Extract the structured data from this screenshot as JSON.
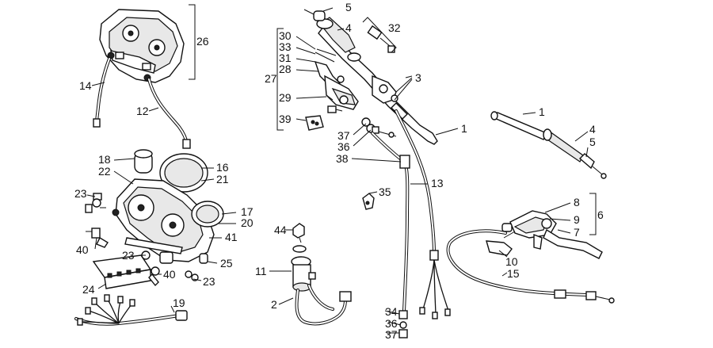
{
  "labels": {
    "l1": "1",
    "l1b": "1",
    "l2": "2",
    "l3": "3",
    "l4": "4",
    "l4b": "4",
    "l5": "5",
    "l5b": "5",
    "l6": "6",
    "l7": "7",
    "l8": "8",
    "l9": "9",
    "l10": "10",
    "l11": "11",
    "l12": "12",
    "l13": "13",
    "l14": "14",
    "l15": "15",
    "l16": "16",
    "l17": "17",
    "l18": "18",
    "l19": "19",
    "l20": "20",
    "l21": "21",
    "l22": "22",
    "l23a": "23",
    "l23b": "23",
    "l23c": "23",
    "l24": "24",
    "l25": "25",
    "l26": "26",
    "l27": "27",
    "l28": "28",
    "l29": "29",
    "l30": "30",
    "l31": "31",
    "l32": "32",
    "l33": "33",
    "l34": "34",
    "l35": "35",
    "l36": "36",
    "l36b": "36",
    "l37": "37",
    "l37b": "37",
    "l38": "38",
    "l39": "39",
    "l40a": "40",
    "l40b": "40",
    "l41": "41",
    "l44": "44"
  }
}
